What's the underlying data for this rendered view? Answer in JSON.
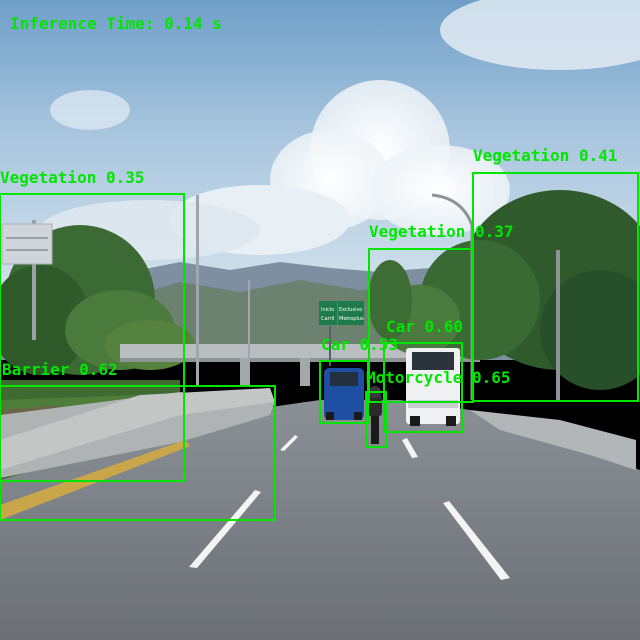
{
  "overlay": {
    "inference_text": "Inference Time: 0.14 s",
    "box_color": "#00e600",
    "text_color": "#00e600"
  },
  "detections": [
    {
      "class_label": "Vegetation 0.35",
      "class": "Vegetation",
      "confidence": 0.35
    },
    {
      "class_label": "Vegetation 0.41",
      "class": "Vegetation",
      "confidence": 0.41
    },
    {
      "class_label": "Vegetation 0.37",
      "class": "Vegetation",
      "confidence": 0.37
    },
    {
      "class_label": "Barrier 0.62",
      "class": "Barrier",
      "confidence": 0.62
    },
    {
      "class_label": "Car 0.53",
      "class": "Car",
      "confidence": 0.53
    },
    {
      "class_label": "Car 0.60",
      "class": "Car",
      "confidence": 0.6
    },
    {
      "class_label": "Motorcycle 0.65",
      "class": "Motorcycle",
      "confidence": 0.65
    }
  ],
  "signs": {
    "left_panel": [
      "Inicio",
      "Carril"
    ],
    "right_panel": [
      "Exclusivo",
      "Metroplus"
    ]
  }
}
